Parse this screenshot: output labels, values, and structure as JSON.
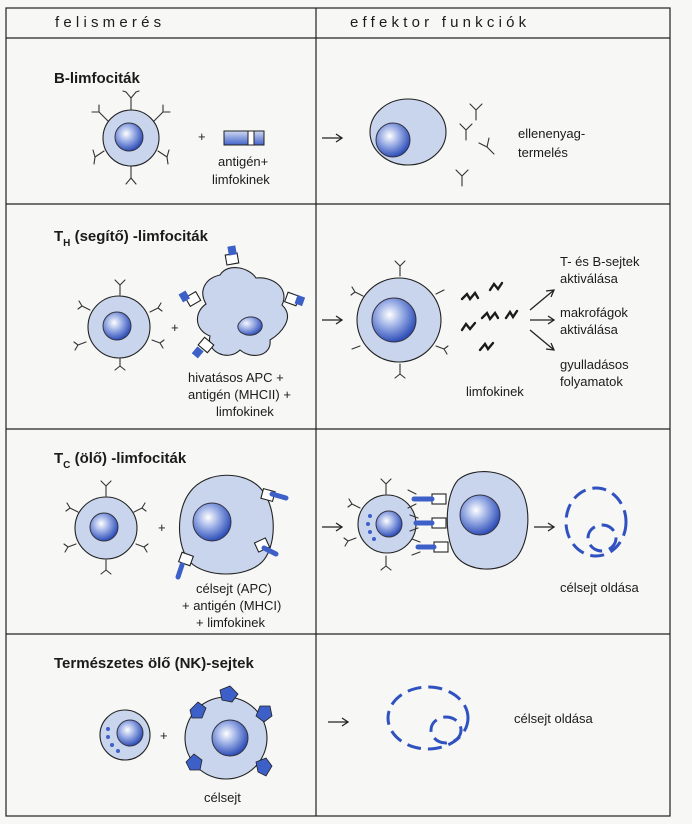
{
  "header": {
    "left": "felismerés",
    "right": "effektor funkciók"
  },
  "rows": [
    {
      "title": "B-limfociták",
      "recognition_labels": [
        "antigén+",
        "limfokinek"
      ],
      "effector_labels": [
        "ellenenyag-",
        "termelés"
      ]
    },
    {
      "title_main": "T",
      "title_sub": "H",
      "title_rest": " (segítő) -limfociták",
      "recognition_labels": [
        "hivatásos APC +",
        "antigén (MHCII) +",
        "limfokinek"
      ],
      "effector_bottom_label": "limfokinek",
      "effector_outcomes": [
        [
          "T- és B-sejtek",
          "aktiválása"
        ],
        [
          "makrofágok",
          "aktiválása"
        ],
        [
          "gyulladásos",
          "folyamatok"
        ]
      ]
    },
    {
      "title_main": "T",
      "title_sub": "C",
      "title_rest": " (ölő) -limfociták",
      "recognition_labels": [
        "célsejt (APC)",
        "+ antigén (MHCI)",
        "+ limfokinek"
      ],
      "effector_label": "célsejt oldása"
    },
    {
      "title": "Természetes ölő (NK)-sejtek",
      "recognition_label": "célsejt",
      "effector_label": "célsejt oldása"
    }
  ],
  "plus_sign": "+",
  "colors": {
    "cell_fill": "#c9d5ec",
    "antigen_blue": "#3d5fc8",
    "grid_line": "#222222"
  }
}
